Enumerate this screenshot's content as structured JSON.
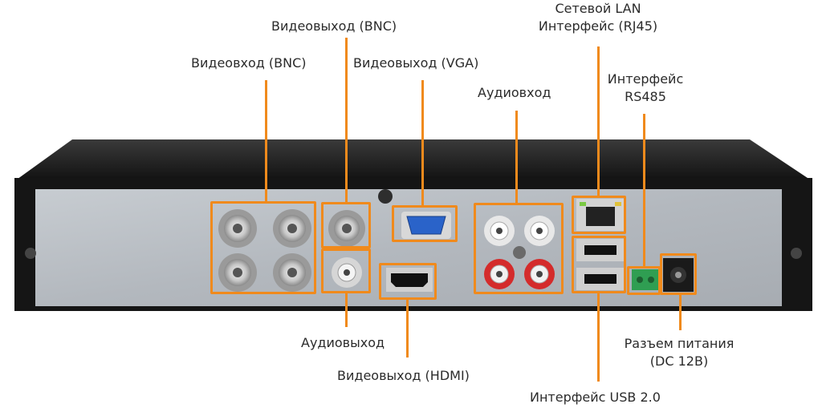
{
  "colors": {
    "accent": "#f08a1c",
    "chassis_dark": "#1c1c1c",
    "panel": "#b9bec4",
    "text": "#2b2b2b"
  },
  "labels": {
    "video_out_bnc": "Видеовыход (BNC)",
    "video_in_bnc": "Видеовход (BNC)",
    "video_out_vga": "Видеовыход (VGA)",
    "audio_in": "Аудиовход",
    "lan_line1": "Сетевой LAN",
    "lan_line2": "Интерфейс (RJ45)",
    "rs485_line1": "Интерфейс",
    "rs485_line2": "RS485",
    "audio_out": "Аудиовыход",
    "video_out_hdmi": "Видеовыход (HDMI)",
    "power_line1": "Разъем питания",
    "power_line2": "(DC 12В)",
    "usb": "Интерфейс USB 2.0"
  }
}
